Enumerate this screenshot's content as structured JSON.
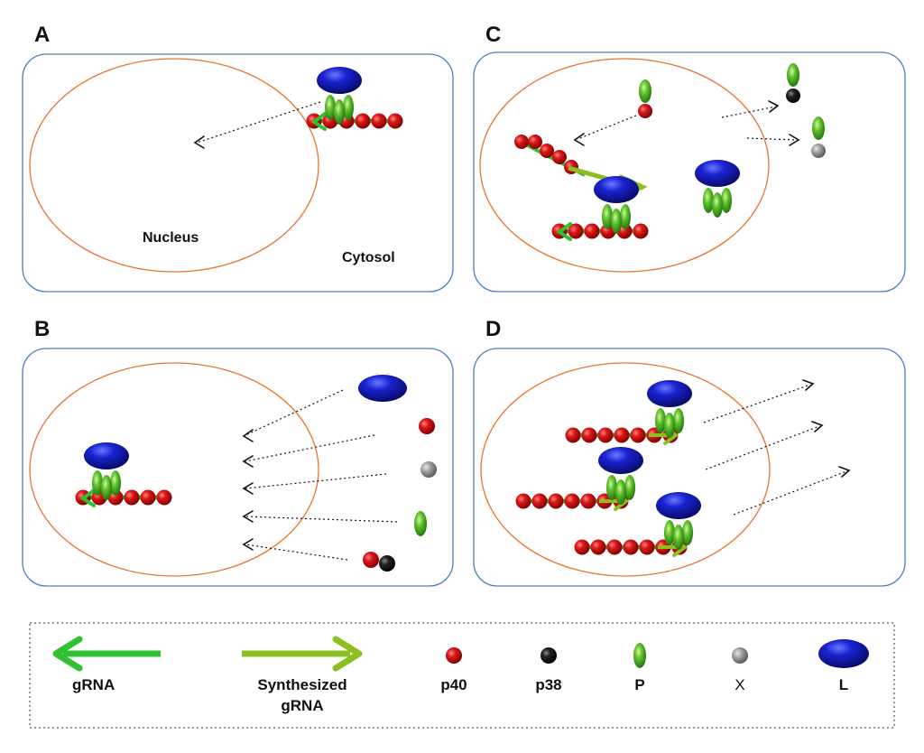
{
  "panels": {
    "a": {
      "letter": "A",
      "nucleus_label": "Nucleus",
      "cytosol_label": "Cytosol"
    },
    "b": {
      "letter": "B"
    },
    "c": {
      "letter": "C"
    },
    "d": {
      "letter": "D"
    }
  },
  "legend": {
    "grna": "gRNA",
    "synth_line1": "Synthesized",
    "synth_line2": "gRNA",
    "p40": "p40",
    "p38": "p38",
    "p": "P",
    "x": "X",
    "l": "L"
  },
  "colors": {
    "cell_border": "#4a7fc1",
    "nucleus_border": "#e8742f",
    "grna": "#2fc12f",
    "synthesized_grna": "#8cc020",
    "p40": "#cc1010",
    "p38": "#111111",
    "P": "#3fa81e",
    "X": "#8a8a8a",
    "L": "#1818b0"
  }
}
